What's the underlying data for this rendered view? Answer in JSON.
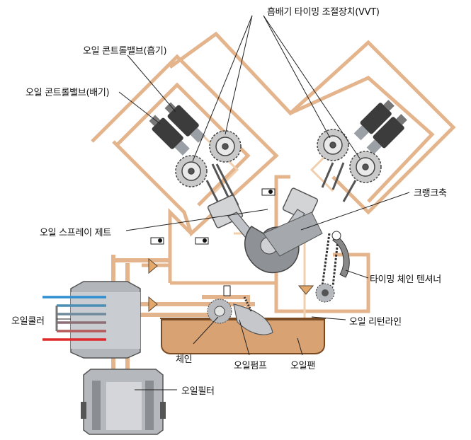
{
  "labels": {
    "vvt": "흡배기 타이밍 조절장치(VVT)",
    "ocv_intake": "오일 콘트롤밸브(흡기)",
    "ocv_exhaust": "오일 콘트롤밸브(배기)",
    "crankshaft": "크랭크축",
    "oil_spray_jet": "오일 스프레이 제트",
    "timing_chain_tensioner": "타이밍 체인 텐셔너",
    "oil_cooler": "오일쿨러",
    "oil_return_line": "오일 리턴라인",
    "chain": "체인",
    "oil_pump": "오일펌프",
    "oil_pan": "오일팬",
    "oil_filter": "오일필터"
  },
  "colors": {
    "oil_line": "#e4b48c",
    "oil_line_light": "#f0cfae",
    "oil_fill": "#d9a273",
    "metal_grey": "#b9bcc0",
    "dark_grey": "#4a4a4a",
    "cooler_red": "#e02a2a",
    "cooler_blue": "#2f8fd0"
  }
}
